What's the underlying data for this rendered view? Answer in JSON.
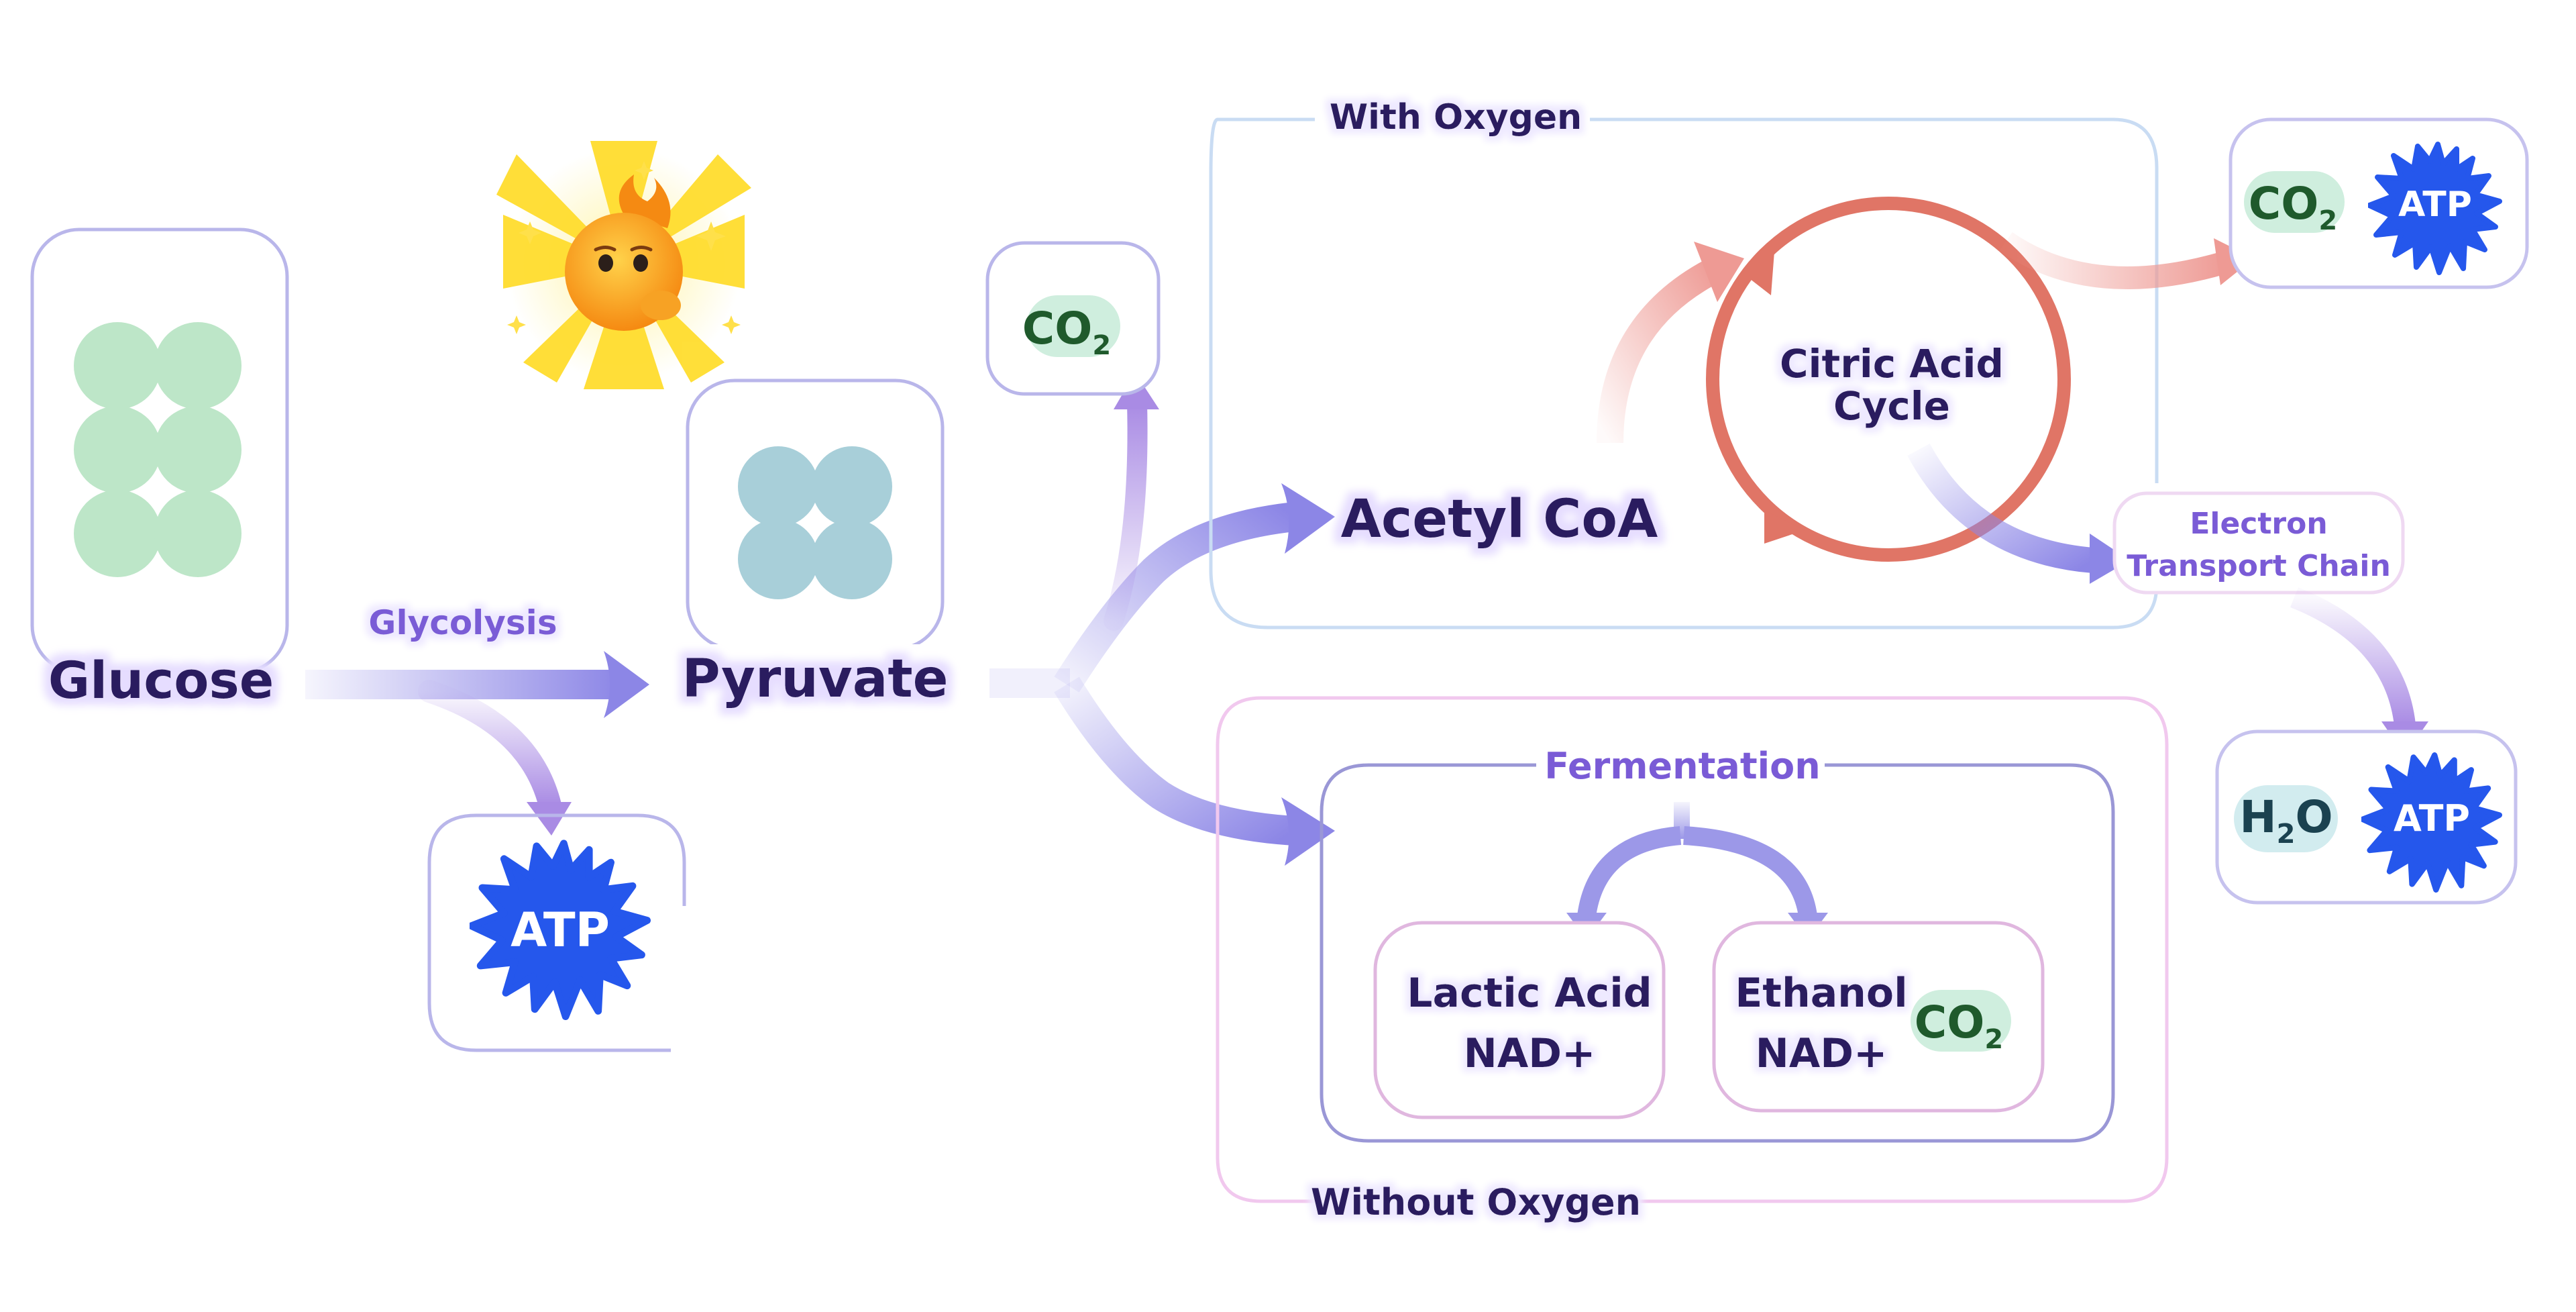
{
  "labels": {
    "glucose": "Glucose",
    "pyruvate": "Pyruvate",
    "glycolysis": "Glycolysis",
    "acetyl_coa": "Acetyl CoA",
    "citric_acid_line1": "Citric Acid",
    "citric_acid_line2": "Cycle",
    "etc_line1": "Electron",
    "etc_line2": "Transport Chain",
    "with_oxygen": "With Oxygen",
    "without_oxygen": "Without Oxygen",
    "fermentation": "Fermentation",
    "lactic_acid": "Lactic Acid",
    "ethanol": "Ethanol",
    "nad_plus": "NAD+",
    "atp": "ATP",
    "co2_main": "CO",
    "co2_sub": "2",
    "h2o_h": "H",
    "h2o_sub": "2",
    "h2o_o": "O"
  },
  "colors": {
    "box_border": "#b9b6ea",
    "oxygen_border": "#c9dcf3",
    "anaerobic_border": "#f1c8ee",
    "inner_border": "#9a97d6",
    "product_border": "#e0b7df",
    "arrow": "#8c86e6",
    "cycle": "#e07566",
    "atp": "#2557ec",
    "glucose_dot": "#bde6c8",
    "pyruvate_dot": "#a8cfd9",
    "label_text": "#2b1f5e",
    "accent_text": "#7a5bd6",
    "co2_bg": "#cfeede",
    "co2_text": "#1f5a2c"
  }
}
